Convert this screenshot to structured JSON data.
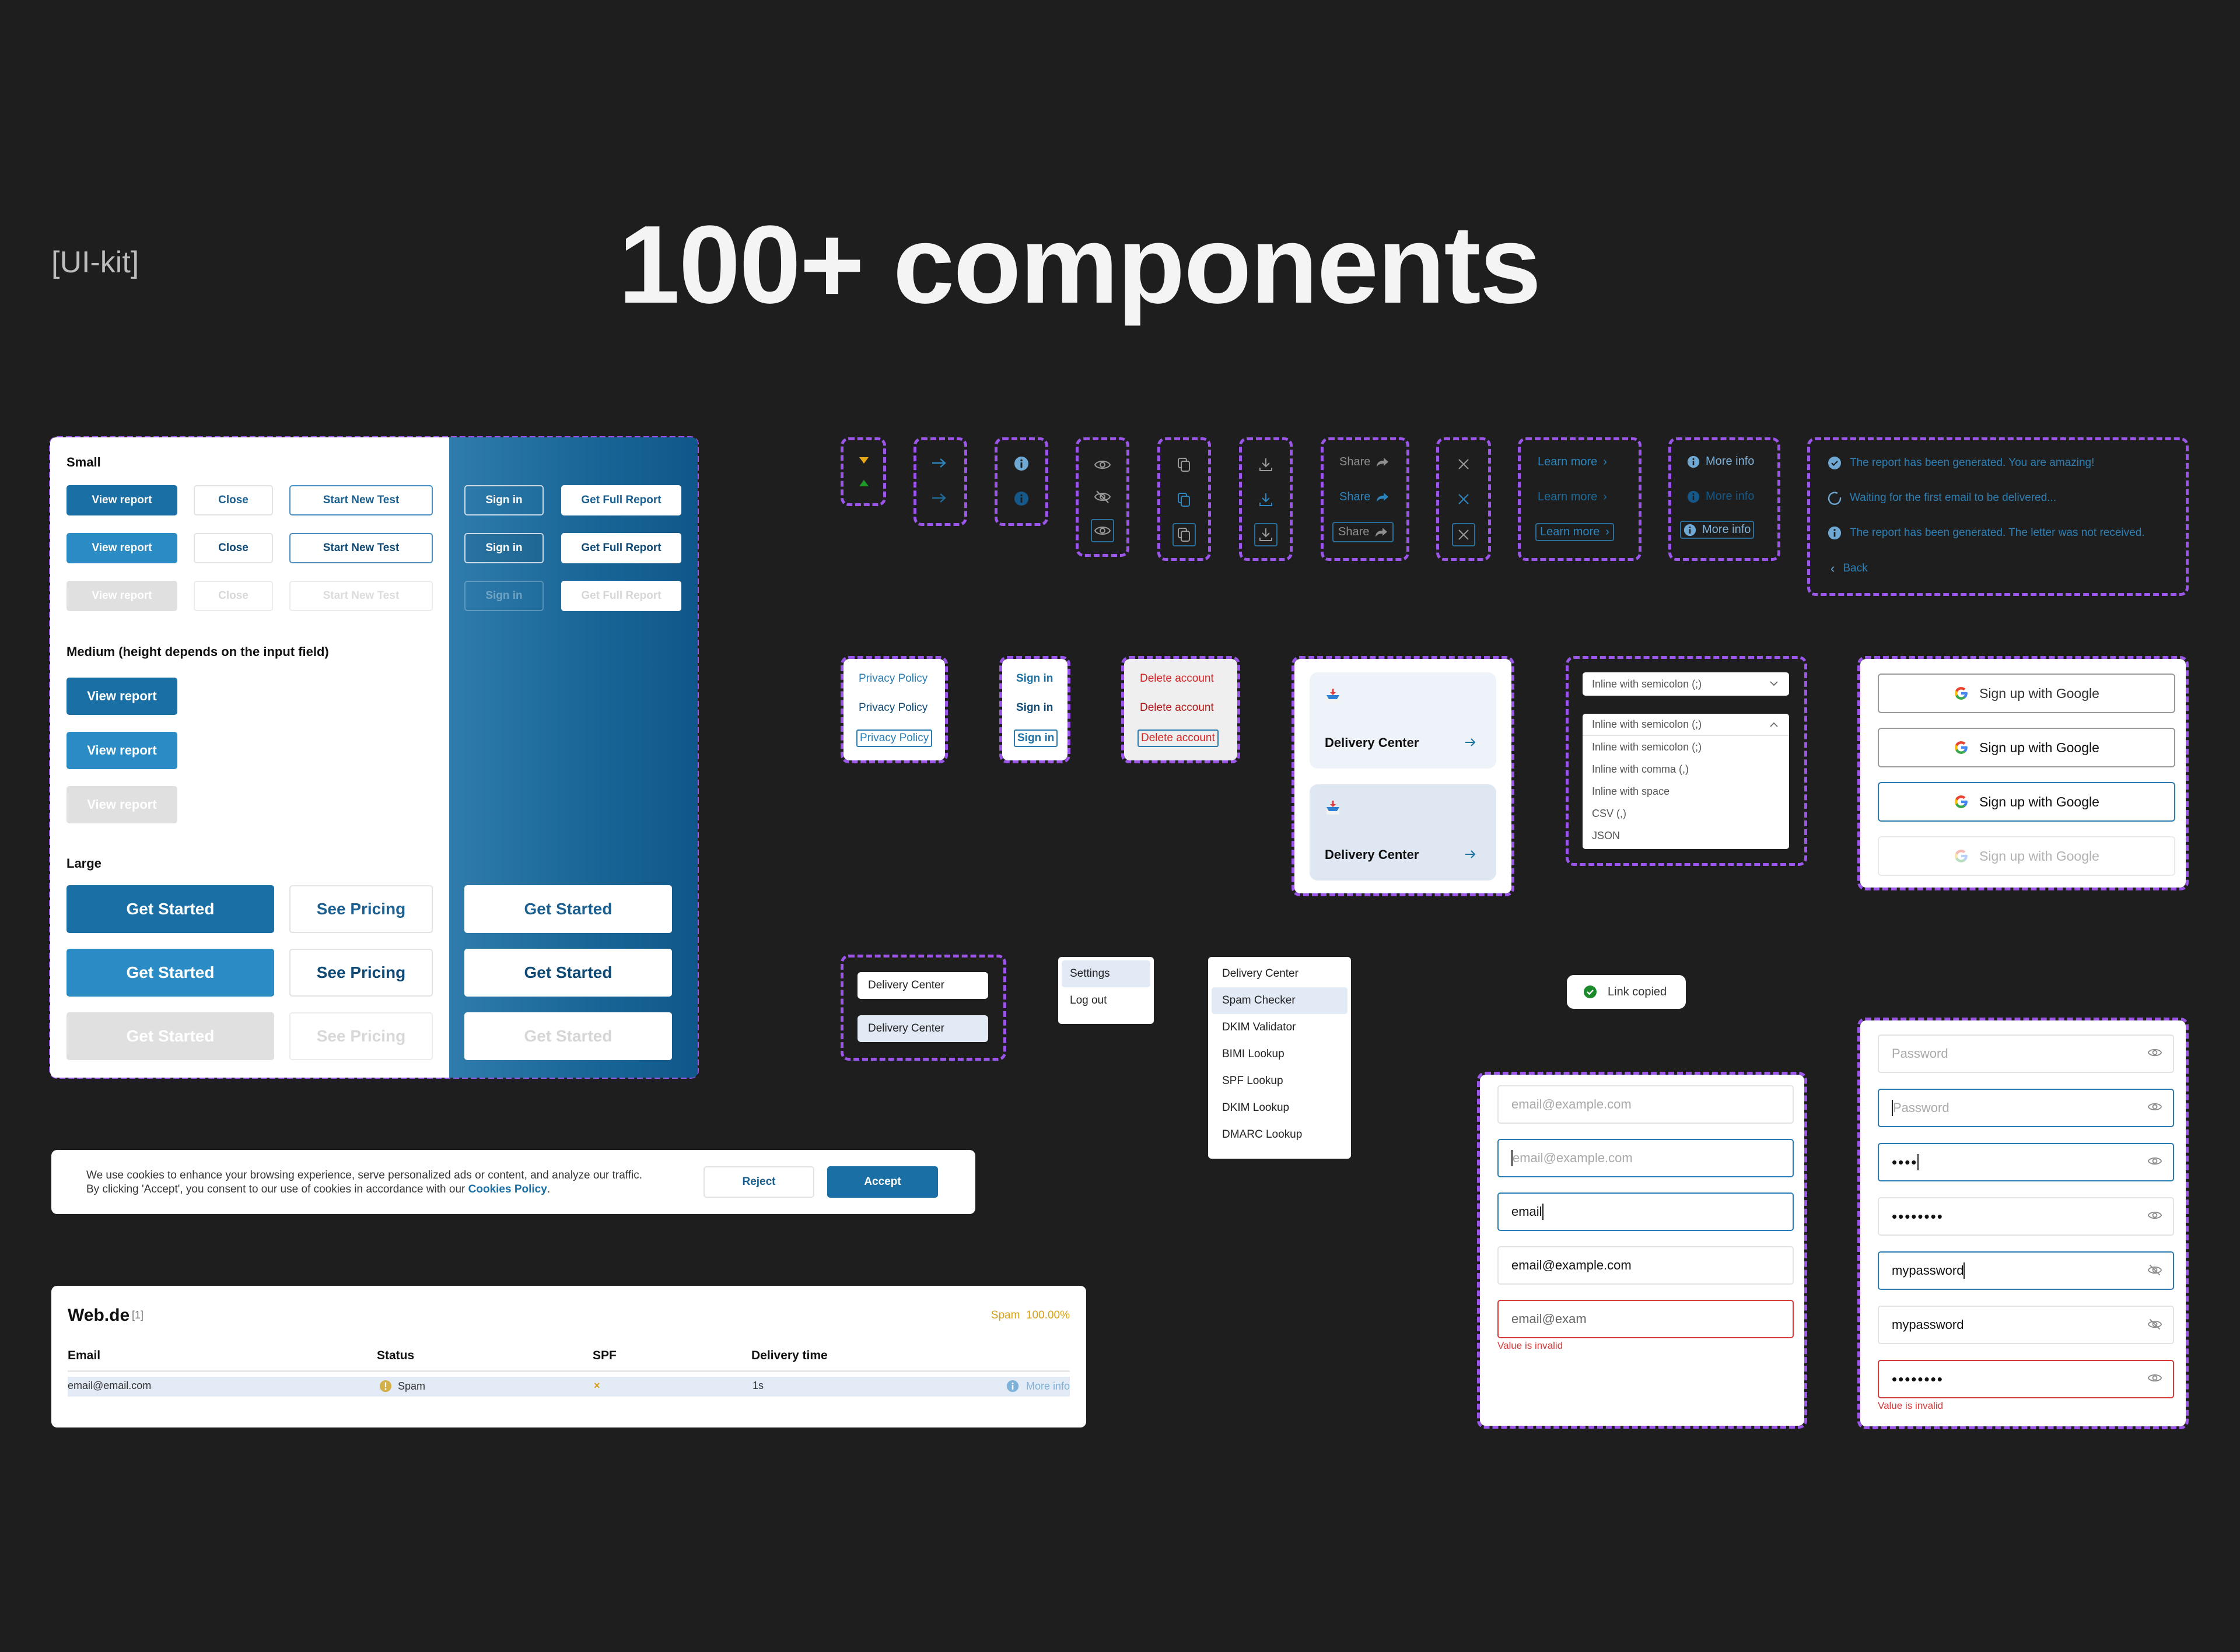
{
  "page": {
    "kit_label": "[UI-kit]",
    "hero_title": "100+ components"
  },
  "colors": {
    "background": "#1e1e1e",
    "accent_primary": "#1a6fa4",
    "accent_hover": "#2b8bc4",
    "frame_dash": "#9b55e8",
    "error": "#d73a3a",
    "warning": "#d4a017",
    "success": "#1a8a2a"
  },
  "buttons": {
    "small_title": "Small",
    "medium_title": "Medium (height depends on the input field)",
    "large_title": "Large",
    "small": {
      "view_report": "View report",
      "close": "Close",
      "start_new_test": "Start New Test",
      "sign_in": "Sign in",
      "get_full_report": "Get Full Report"
    },
    "medium": {
      "view_report": "View report"
    },
    "large": {
      "get_started": "Get Started",
      "see_pricing": "See Pricing"
    }
  },
  "icon_buttons": {
    "share": "Share",
    "learn_more": "Learn more",
    "more_info": "More info"
  },
  "status_list": {
    "items": [
      {
        "icon": "check-circle-icon",
        "text": "The report has been generated. You are amazing!"
      },
      {
        "icon": "spinner-icon",
        "text": "Waiting for the first email to be delivered..."
      },
      {
        "icon": "info-icon",
        "text": "The report has been generated. The letter was not received."
      }
    ],
    "back": "Back"
  },
  "links": {
    "privacy_policy": "Privacy Policy",
    "sign_in": "Sign in",
    "delete_account": "Delete account"
  },
  "delivery_cards": {
    "title": "Delivery Center",
    "icon": "inbox-tray-icon"
  },
  "format_select": {
    "selected": "Inline with semicolon (;)",
    "options": [
      "Inline with semicolon (;)",
      "Inline with comma (,)",
      "Inline with space",
      "CSV (,)",
      "JSON"
    ]
  },
  "google_signup": {
    "label": "Sign up with Google"
  },
  "nav_pills": {
    "label": "Delivery Center"
  },
  "account_menu": {
    "items": [
      "Settings",
      "Log out"
    ]
  },
  "tools_menu": {
    "items": [
      "Delivery Center",
      "Spam Checker",
      "DKIM Validator",
      "BIMI Lookup",
      "SPF Lookup",
      "DKIM Lookup",
      "DMARC Lookup"
    ],
    "active": "Spam Checker"
  },
  "toast": {
    "text": "Link copied"
  },
  "email_inputs": {
    "placeholder": "email@example.com",
    "typing_value": "email",
    "filled_value": "email@example.com",
    "invalid_value": "email@exam",
    "error": "Value is invalid"
  },
  "password_inputs": {
    "placeholder": "Password",
    "partial_mask": "••••",
    "full_mask": "••••••••",
    "visible_value": "mypassword",
    "error": "Value is invalid"
  },
  "cookie_banner": {
    "line1": "We use cookies to enhance your browsing experience, serve personalized ads or content, and analyze our traffic.",
    "line2": "By clicking 'Accept', you consent to our use of cookies in accordance with our",
    "policy_link": "Cookies Policy",
    "period": ".",
    "reject": "Reject",
    "accept": "Accept"
  },
  "results_table": {
    "provider": "Web.de",
    "count": "[1]",
    "summary_label": "Spam",
    "summary_value": "100.00%",
    "columns": [
      "Email",
      "Status",
      "SPF",
      "Delivery time"
    ],
    "rows": [
      {
        "email": "email@email.com",
        "status": "Spam",
        "spf": "×",
        "delivery_time": "1s",
        "action": "More info"
      }
    ]
  }
}
